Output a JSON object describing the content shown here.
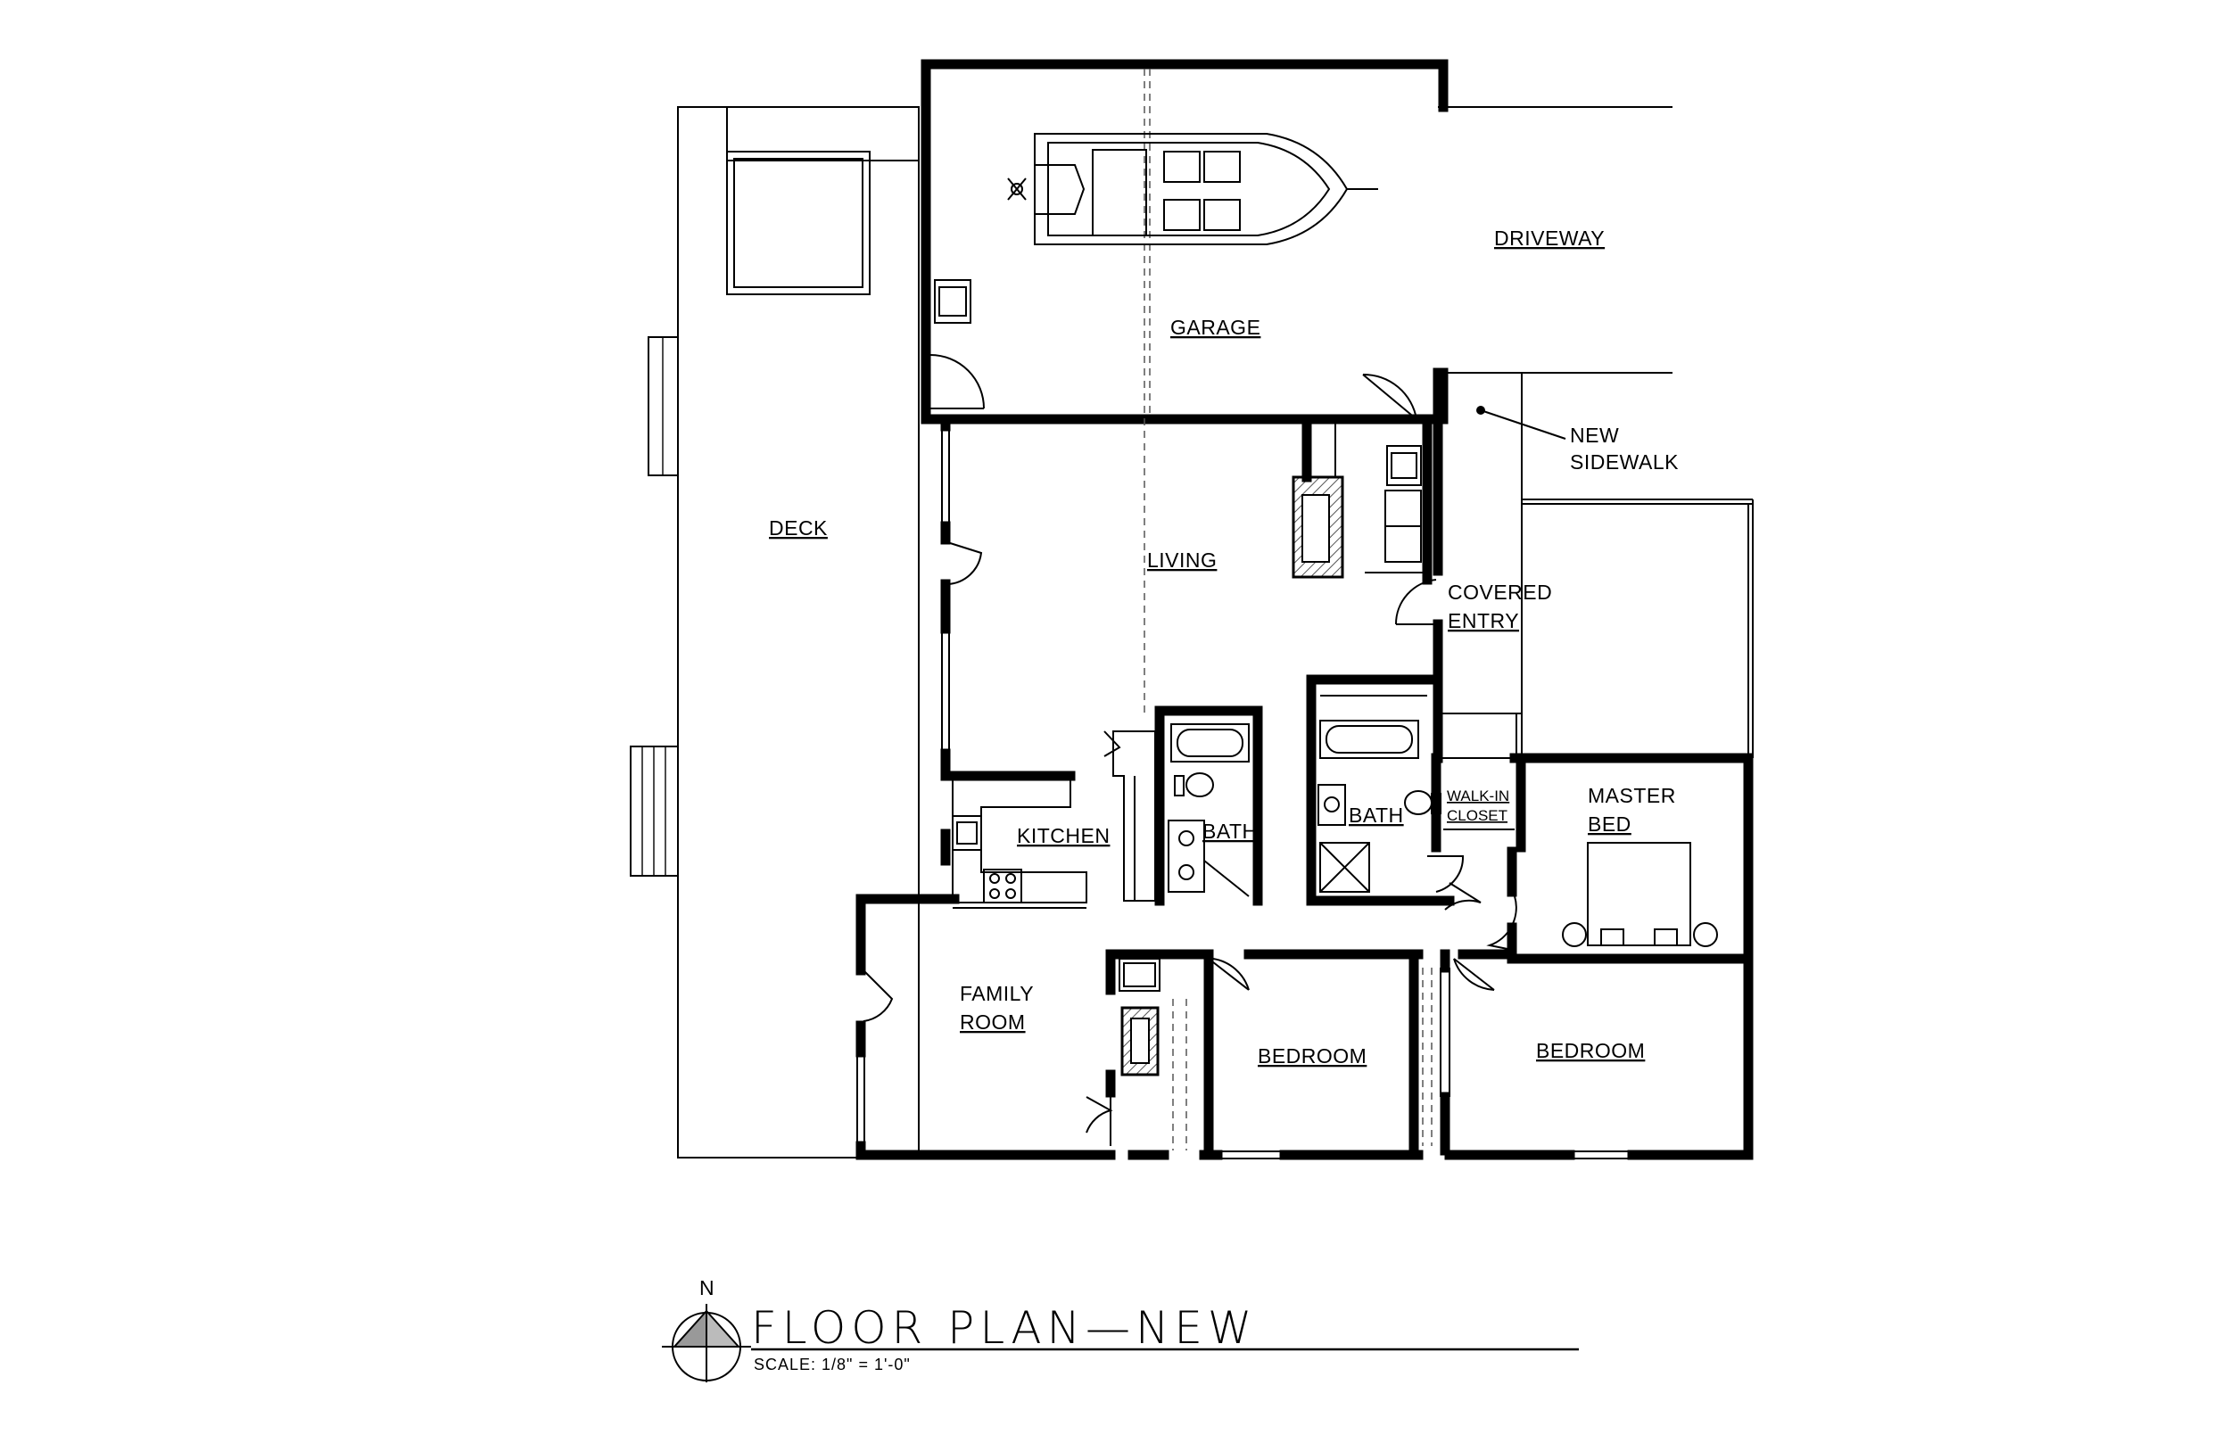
{
  "title": "FLOOR PLAN—NEW",
  "scale": "SCALE:  1/8\"  =  1'-0\"",
  "north": "N",
  "rooms": {
    "garage": "GARAGE",
    "driveway": "DRIVEWAY",
    "new_sidewalk_line1": "NEW",
    "new_sidewalk_line2": "SIDEWALK",
    "deck": "DECK",
    "living": "LIVING",
    "covered_entry_line1": "COVERED",
    "covered_entry_line2": "ENTRY",
    "kitchen": "KITCHEN",
    "bath_hall": "BATH",
    "bath_master": "BATH",
    "walk_in_line1": "WALK-IN",
    "walk_in_line2": "CLOSET",
    "master_bed_line1": "MASTER",
    "master_bed_line2": "BED",
    "family_room_line1": "FAMILY",
    "family_room_line2": "ROOM",
    "bedroom_1": "BEDROOM",
    "bedroom_2": "BEDROOM"
  },
  "colors": {
    "wall": "#000000",
    "hatch": "#555555",
    "compass_fill": "#999999"
  }
}
